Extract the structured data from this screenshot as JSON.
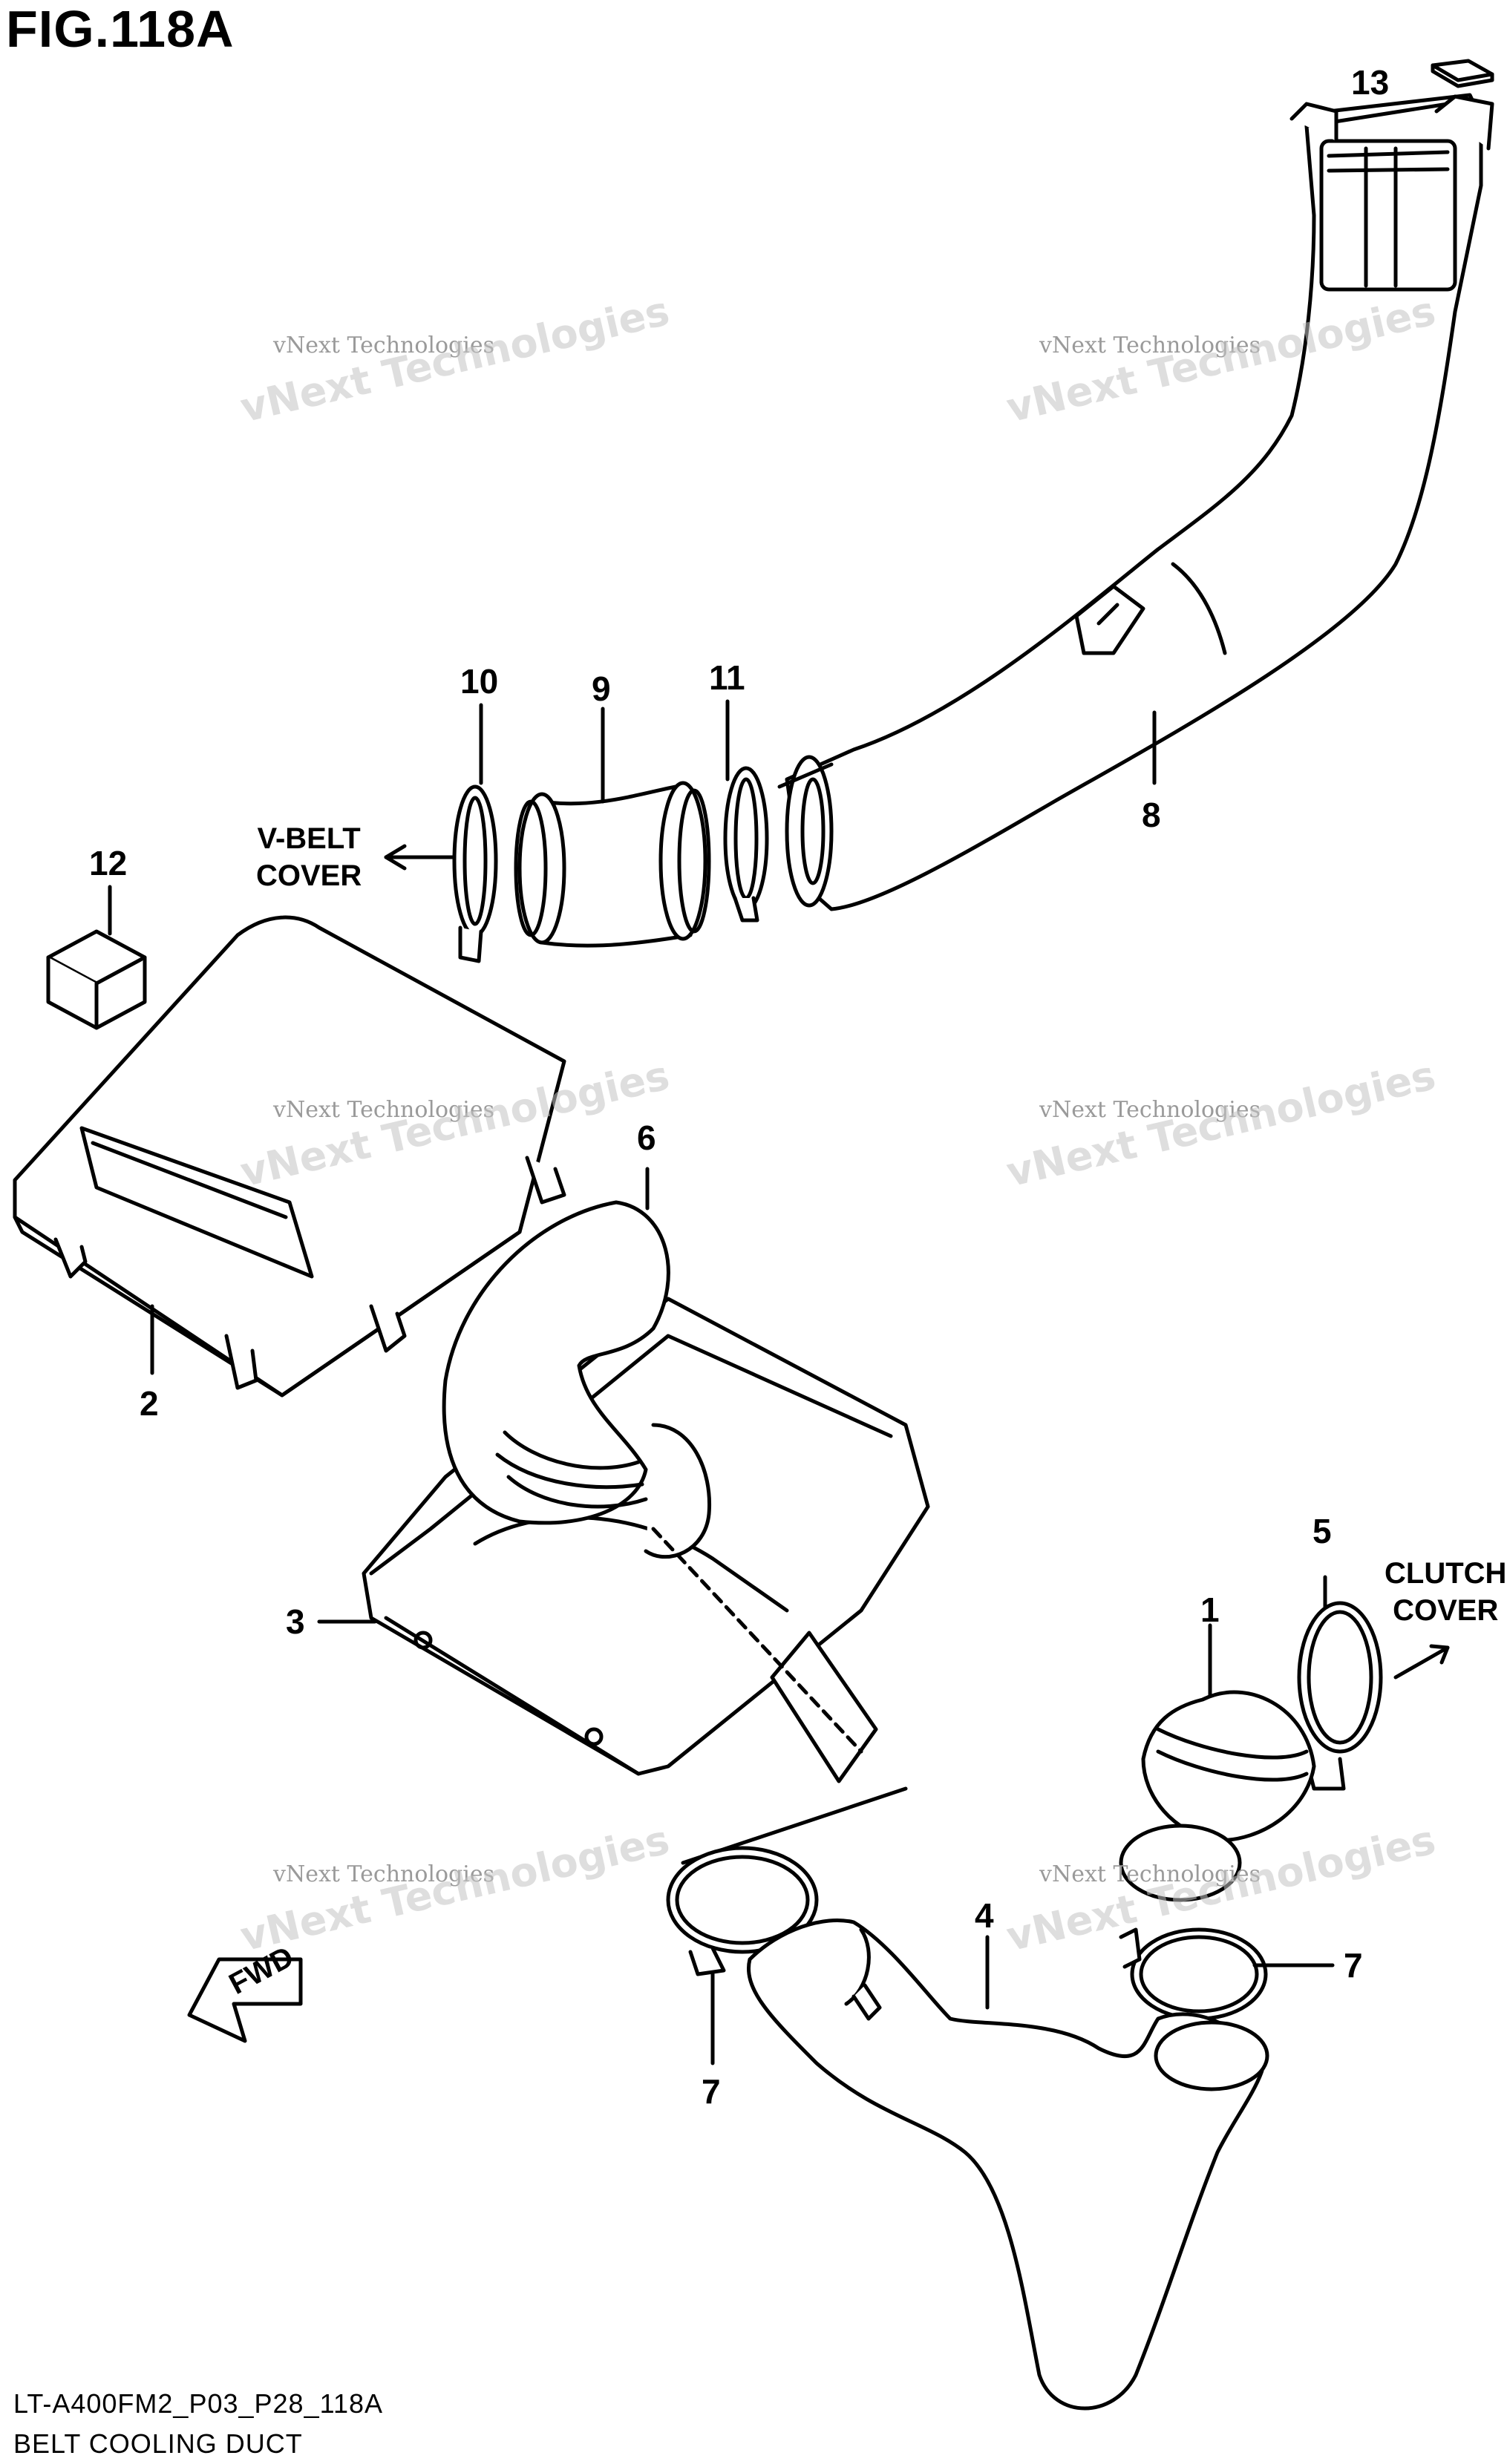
{
  "figure_title": "FIG.118A",
  "callouts": {
    "p1": "1",
    "p2": "2",
    "p3": "3",
    "p4": "4",
    "p5": "5",
    "p6": "6",
    "p7a": "7",
    "p7b": "7",
    "p8": "8",
    "p9": "9",
    "p10": "10",
    "p11": "11",
    "p12": "12",
    "p13": "13"
  },
  "direction_notes": {
    "vbelt_line1": "V-BELT",
    "vbelt_line2": "COVER",
    "clutch_line1": "CLUTCH",
    "clutch_line2": "COVER"
  },
  "fwd_label": "FWD",
  "watermark": {
    "small": "vNext Technologies",
    "big": "vNext Technologies"
  },
  "footer": {
    "code": "LT-A400FM2_P03_P28_118A",
    "name": "BELT COOLING DUCT"
  }
}
